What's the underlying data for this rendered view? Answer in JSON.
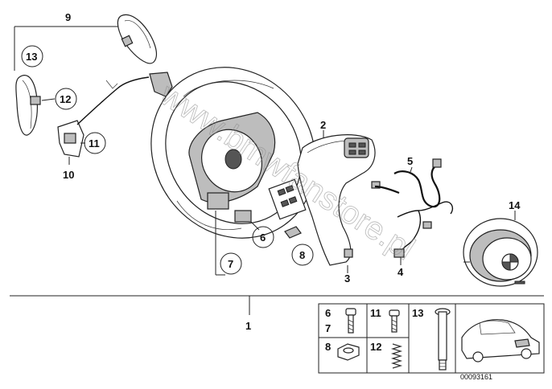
{
  "diagram": {
    "callouts": {
      "c1": "1",
      "c2": "2",
      "c3": "3",
      "c4": "4",
      "c5": "5",
      "c6": "6",
      "c7": "7",
      "c8": "8",
      "c9": "9",
      "c10": "10",
      "c11": "11",
      "c12": "12",
      "c13": "13",
      "c14": "14"
    },
    "legend": {
      "l6": "6",
      "l7": "7",
      "l8": "8",
      "l11": "11",
      "l12": "12",
      "l13": "13"
    },
    "watermark": "www.bmwfanstore.pl",
    "image_code": "00093161"
  }
}
